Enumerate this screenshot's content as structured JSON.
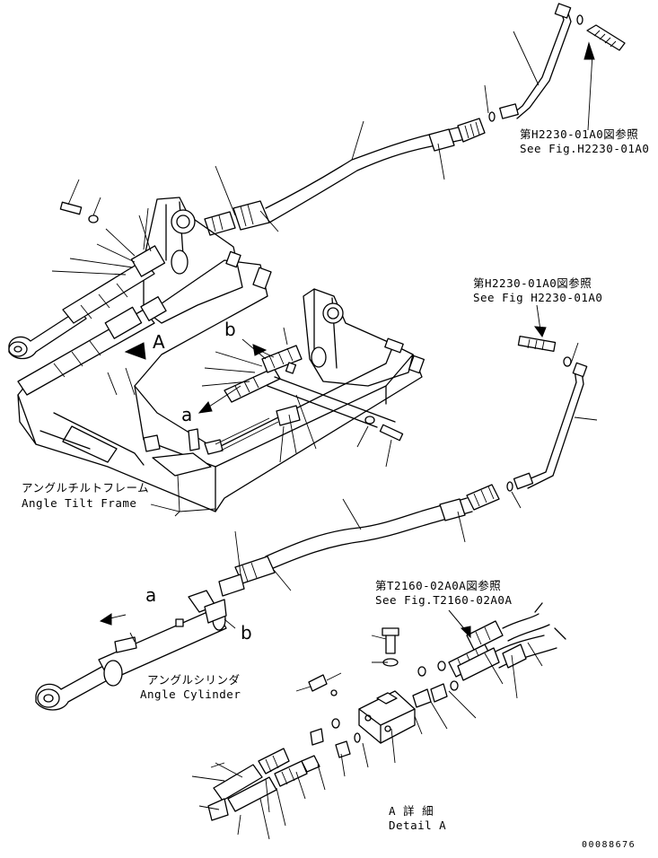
{
  "refs": {
    "top_jp": "第H2230-01A0図参照",
    "top_en": "See Fig.H2230-01A0",
    "mid_jp": "第H2230-01A0図参照",
    "mid_en": "See Fig H2230-01A0",
    "low_jp": "第T2160-02A0A図参照",
    "low_en": "See Fig.T2160-02A0A"
  },
  "parts": {
    "frame_jp": "アングルチルトフレーム",
    "frame_en": "Angle Tilt Frame",
    "cylinder_jp": "アングルシリンダ",
    "cylinder_en": "Angle Cylinder"
  },
  "detail": {
    "jp": "A 詳 細",
    "en": "Detail A"
  },
  "markers": {
    "view_a": "A",
    "a_upper": "a",
    "b_upper": "b",
    "a_lower": "a",
    "b_lower": "b"
  },
  "drawing_number": "00088676"
}
